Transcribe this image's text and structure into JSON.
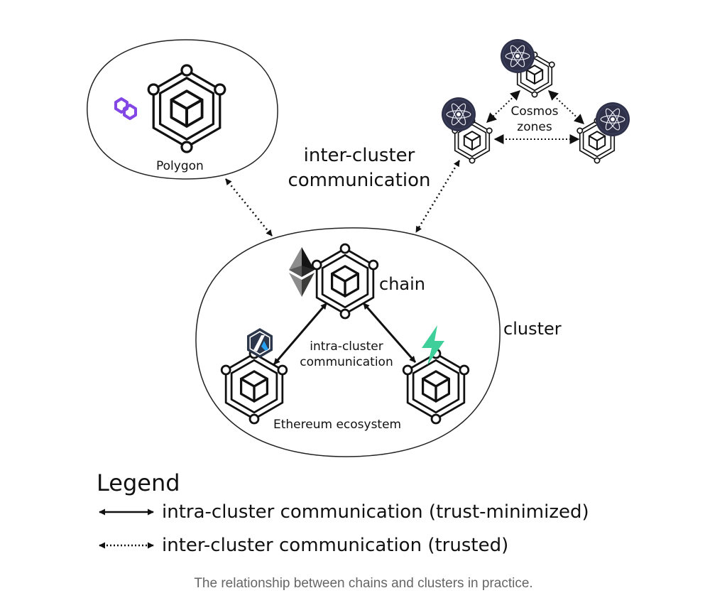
{
  "labels": {
    "polygon": "Polygon",
    "inter_cluster": "inter-cluster\ncommunication",
    "cosmos": "Cosmos\nzones",
    "chain": "chain",
    "cluster": "cluster",
    "intra_cluster": "intra-cluster\ncommunication",
    "ethereum_ecosystem": "Ethereum ecosystem"
  },
  "legend": {
    "title": "Legend",
    "items": [
      {
        "line": "solid",
        "label": "intra-cluster communication (trust-minimized)"
      },
      {
        "line": "dotted",
        "label": "inter-cluster communication (trusted)"
      }
    ]
  },
  "caption": "The relationship between chains and clusters in practice.",
  "icons": {
    "chain": "hexagon-cube-icon",
    "polygon": "polygon-logo-icon",
    "ethereum": "ethereum-logo-icon",
    "arbitrum": "arbitrum-logo-icon",
    "starknet": "lightning-logo-icon",
    "cosmos": "cosmos-atom-icon"
  },
  "colors": {
    "polygon": "#8247e5",
    "arbitrum": "#2d374b",
    "arbitrum_accent": "#28a0f0",
    "lightning": "#3fcf9a",
    "cosmos": "#2e3148",
    "ethereum": "#343434"
  }
}
